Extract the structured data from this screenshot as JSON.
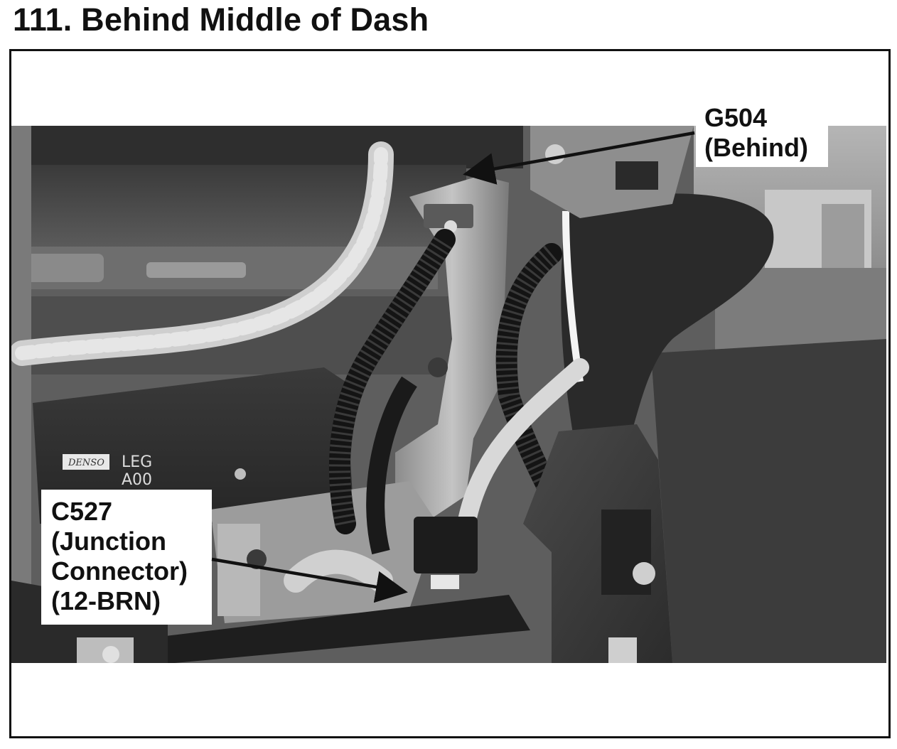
{
  "title": "111. Behind Middle of Dash",
  "callouts": {
    "g504": {
      "line1": "G504",
      "line2": "(Behind)"
    },
    "c527": {
      "line1": "C527",
      "line2": "(Junction",
      "line3": "Connector)",
      "line4": "(12-BRN)"
    }
  },
  "photo_labels": {
    "denso": "DENSO",
    "leg": "LEG",
    "a00": "A00"
  }
}
